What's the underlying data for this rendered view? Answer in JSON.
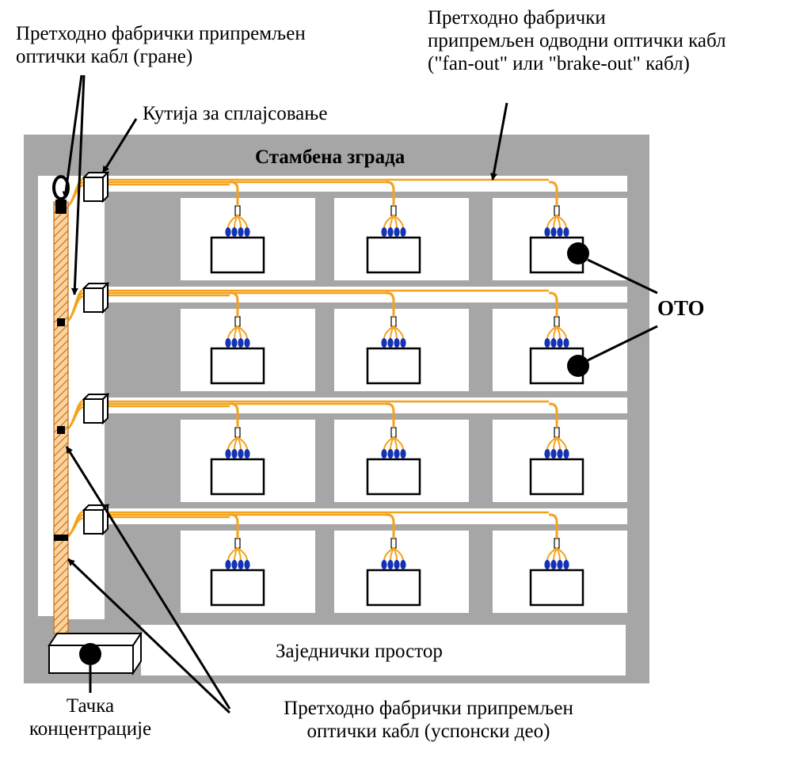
{
  "labels": {
    "branch_cable": [
      "Претходно фабрички припремљен",
      "оптички кабл (гране)"
    ],
    "fanout_cable": [
      "Претходно фабрички",
      "припремљен одводни оптички кабл",
      "(\"fan-out\" или \"brake-out\" кабл)"
    ],
    "splice_box": "Кутија за сплајсовање",
    "building": "Стамбена зграда",
    "oto": "OTO",
    "common_space": "Заједнички простор",
    "concentration_point": [
      "Тачка",
      "концентрације"
    ],
    "riser_cable": [
      "Претходно фабрички припремљен",
      "оптички кабл (успонски део)"
    ]
  },
  "structure": {
    "floors": 4,
    "apartments_per_floor": 3,
    "connectors_per_apartment": 4
  },
  "colors": {
    "building": "#a6a6a6",
    "space": "#ffffff",
    "cable": "#f4a21c",
    "riser_fill": "#fbd49c",
    "riser_hatch": "#c2661a",
    "connector": "#1432b4",
    "line": "#000000"
  }
}
